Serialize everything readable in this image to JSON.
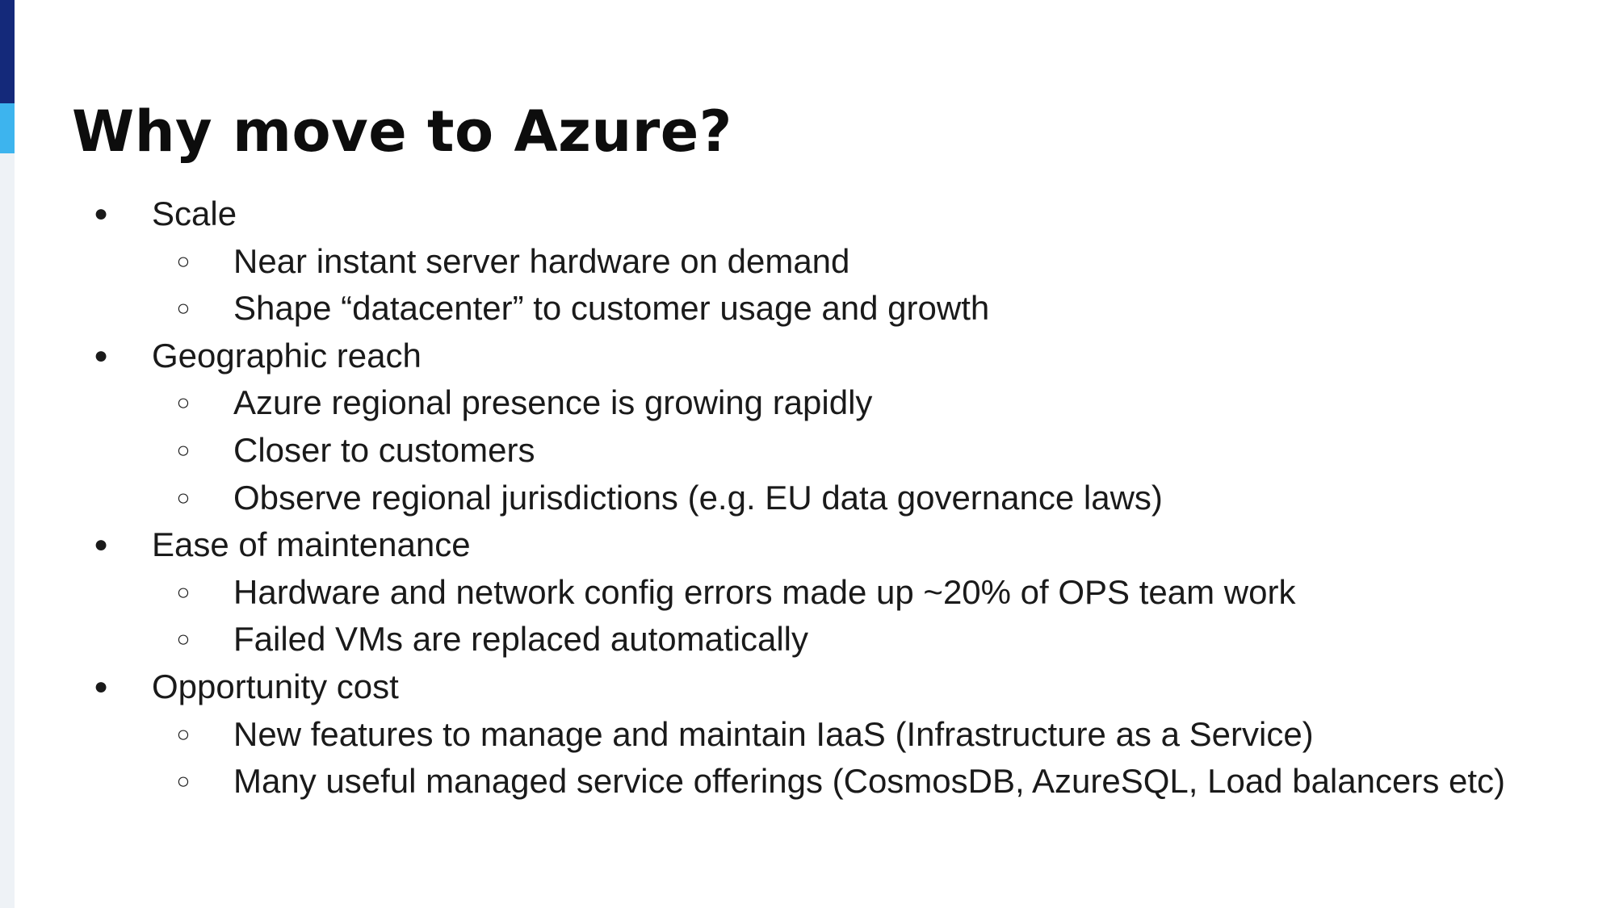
{
  "slide": {
    "title": "Why move to Azure?",
    "bullets": [
      {
        "marker": "●",
        "text": "Scale",
        "sub": [
          {
            "marker": "○",
            "text": "Near instant server hardware on demand"
          },
          {
            "marker": "○",
            "text": "Shape “datacenter” to customer usage and growth"
          }
        ]
      },
      {
        "marker": "●",
        "text": "Geographic reach",
        "sub": [
          {
            "marker": "○",
            "text": "Azure regional presence is growing rapidly"
          },
          {
            "marker": "○",
            "text": "Closer to customers"
          },
          {
            "marker": "○",
            "text": "Observe regional jurisdictions (e.g. EU data governance laws)"
          }
        ]
      },
      {
        "marker": "●",
        "text": "Ease of maintenance",
        "sub": [
          {
            "marker": "○",
            "text": "Hardware and network config errors made up ~20% of OPS team work"
          },
          {
            "marker": "○",
            "text": "Failed VMs are replaced automatically"
          }
        ]
      },
      {
        "marker": "●",
        "text": "Opportunity cost",
        "sub": [
          {
            "marker": "○",
            "text": "New features to manage and maintain IaaS (Infrastructure as a Service)"
          },
          {
            "marker": "○",
            "text": "Many useful managed service offerings (CosmosDB, AzureSQL, Load balancers etc)"
          }
        ]
      }
    ]
  },
  "colors": {
    "accent_dark": "#14297a",
    "accent_light": "#3db4ee",
    "accent_pale": "#eef2f6",
    "title": "#0d0d0d",
    "body_text": "#1a1a1a",
    "background": "#ffffff"
  }
}
